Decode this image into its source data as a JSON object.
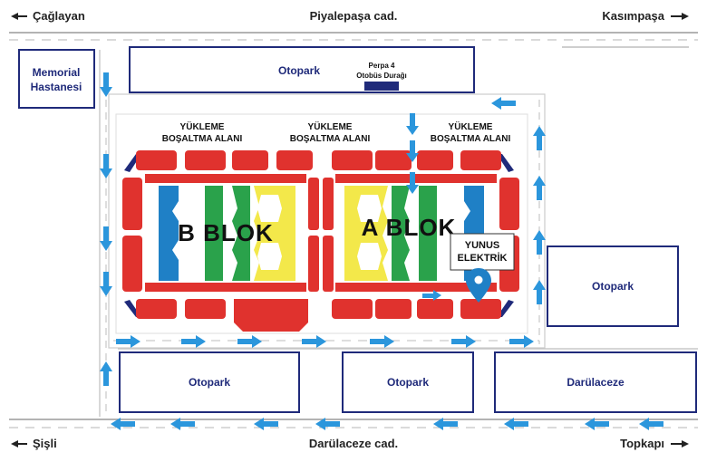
{
  "roads": {
    "top_left": "Çağlayan",
    "top_center": "Piyalepaşa cad.",
    "top_right": "Kasımpaşa",
    "bottom_left": "Şişli",
    "bottom_center": "Darülaceze cad.",
    "bottom_right": "Topkapı"
  },
  "areas": {
    "hospital_line1": "Memorial",
    "hospital_line2": "Hastanesi",
    "parking_top": "Otopark",
    "parking_right": "Otopark",
    "parking_bottom_left": "Otopark",
    "parking_bottom_mid": "Otopark",
    "darulaceze": "Darülaceze"
  },
  "bus_stop": {
    "line1": "Perpa 4",
    "line2": "Otobüs Durağı"
  },
  "zones": {
    "loading_1_line1": "YÜKLEME",
    "loading_1_line2": "BOŞALTMA ALANI",
    "loading_2_line1": "YÜKLEME",
    "loading_2_line2": "BOŞALTMA ALANI",
    "loading_3_line1": "YÜKLEME",
    "loading_3_line2": "BOŞALTMA ALANI"
  },
  "blocks": {
    "b": "B BLOK",
    "a": "A BLOK"
  },
  "marker": {
    "line1": "YUNUS",
    "line2": "ELEKTRİK"
  },
  "colors": {
    "red": "#e0322e",
    "blue": "#1f80c6",
    "green": "#2aa24b",
    "yellow": "#f3e84a",
    "navy": "#1f2a7a",
    "arrow": "#2b96dc",
    "road_line": "#9a9a9a"
  }
}
